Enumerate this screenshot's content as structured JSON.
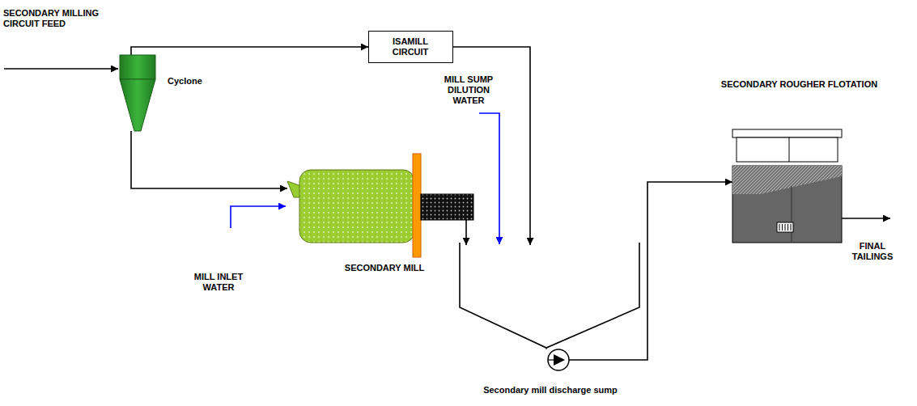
{
  "diagram": {
    "nodes": [
      {
        "text": [
          "Cyclone"
        ]
      },
      {
        "text": [
          "ISAMILL CIRCUIT"
        ]
      },
      {
        "text": [
          "SECONDARY MILL"
        ]
      },
      {
        "text": [
          "Secondary mill discharge sump"
        ]
      },
      {
        "text": [
          "SECONDARY ROUGHER FLOTATION"
        ]
      }
    ],
    "edges": [
      {
        "from": 0,
        "to": 1,
        "arrow": "to"
      },
      {
        "from": 0,
        "to": 2,
        "arrow": "to"
      },
      {
        "from": 2,
        "to": 3,
        "arrow": "to"
      },
      {
        "from": 1,
        "to": 3,
        "arrow": "to"
      },
      {
        "from": 3,
        "to": 4,
        "arrow": "to"
      }
    ],
    "labels": [
      "SECONDARY MILLING CIRCUIT FEED",
      "MILL INLET WATER",
      "MILL SUMP DILUTION WATER",
      "FINAL TAILINGS"
    ]
  }
}
